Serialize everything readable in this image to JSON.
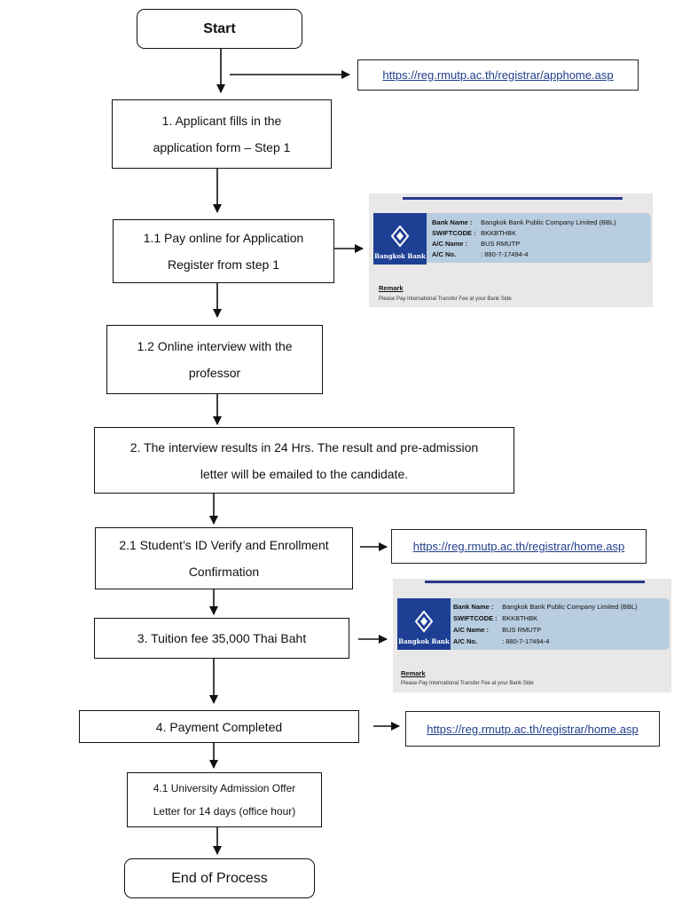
{
  "nodes": {
    "start": "Start",
    "step1_line1": "1. Applicant fills in the",
    "step1_line2": "application form – Step 1",
    "step1_1_line1": "1.1 Pay online for Application",
    "step1_1_line2": "Register from step 1",
    "step1_2_line1": "1.2 Online interview with the",
    "step1_2_line2": "professor",
    "step2_line1": "2. The interview results in 24 Hrs. The result and pre-admission",
    "step2_line2": "letter will be emailed to the candidate.",
    "step2_1_line1": "2.1 Student’s ID Verify and Enrollment",
    "step2_1_line2": "Confirmation",
    "step3": "3. Tuition fee 35,000 Thai Baht",
    "step4": "4. Payment Completed",
    "step4_1_line1": "4.1 University Admission Offer",
    "step4_1_line2": "Letter for 14 days (office hour)",
    "end": "End of Process"
  },
  "links": {
    "apphome": "https://reg.rmutp.ac.th/registrar/apphome.asp",
    "home1": "https://reg.rmutp.ac.th/registrar/home.asp",
    "home2": "https://reg.rmutp.ac.th/registrar/home.asp"
  },
  "bank": {
    "logo_text": "Bangkok Bank",
    "bank_name_label": "Bank Name :",
    "bank_name": "Bangkok Bank Public Company Limited (BBL)",
    "swift_label": "SWIFTCODE :",
    "swift": "BKKBTHBK",
    "ac_name_label": "A/C Name :",
    "ac_name": "BUS RMUTP",
    "ac_no_label": "A/C No.",
    "ac_no": ":   880-7-17494-4",
    "remark_title": "Remark",
    "remark_text": "Please Pay International Transfer Fee at your Bank Side"
  },
  "colors": {
    "link": "#1f3e8c",
    "bank_blue": "#1e3f94",
    "panel": "#b8cde0",
    "card_bg": "#e9e7e8"
  }
}
